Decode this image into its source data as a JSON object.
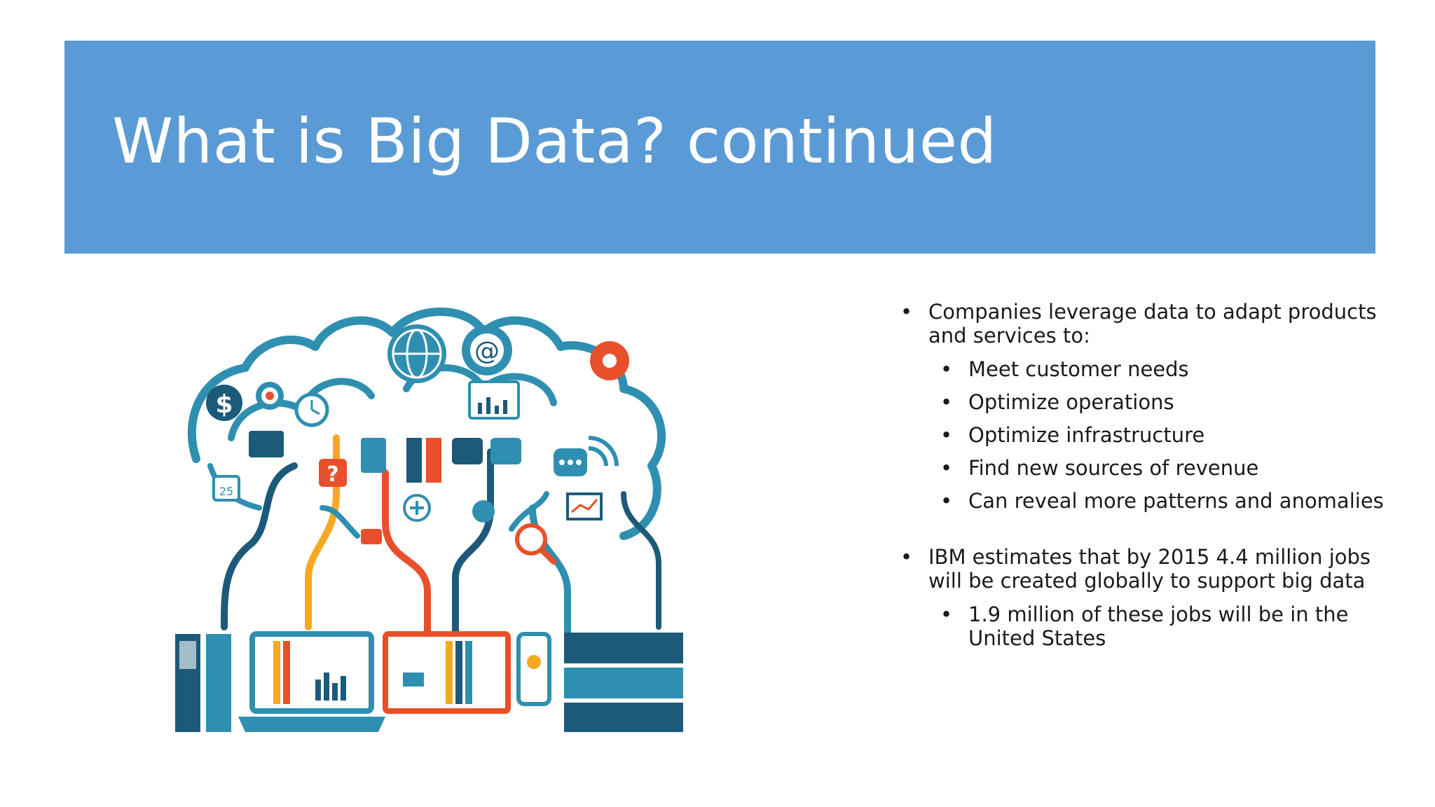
{
  "slide": {
    "title": "What is Big Data? continued"
  },
  "illustration": {
    "semantic": "big-data-cloud-illustration",
    "colors": {
      "dark_blue": "#1d5a7a",
      "teal": "#2f8fb0",
      "orange": "#f07c30",
      "red": "#e8502c",
      "amber": "#f7a823"
    },
    "small_texts": {
      "dollar": "$",
      "calendar": "25",
      "question": "?",
      "at": "@"
    }
  },
  "bullets": {
    "b1": "Companies leverage data to adapt products and services to:",
    "b1_subs": [
      "Meet customer needs",
      "Optimize operations",
      "Optimize infrastructure",
      "Find new sources of revenue",
      "Can reveal more patterns and anomalies"
    ],
    "b2": "IBM estimates that by 2015 4.4 million jobs will be created globally to support big data",
    "b2_subs": [
      "1.9 million of these jobs will be in the United States"
    ]
  }
}
